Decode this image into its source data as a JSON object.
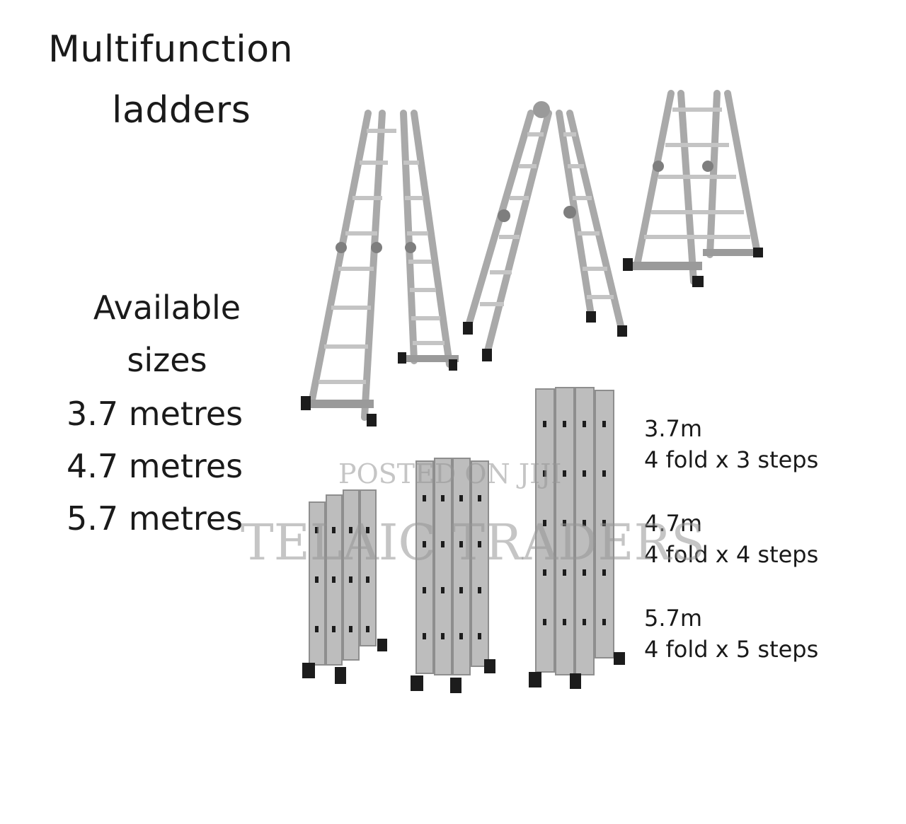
{
  "title": {
    "line1": "Multifunction",
    "line2": "ladders"
  },
  "available": {
    "heading_line1": "Available",
    "heading_line2": "sizes",
    "sizes": [
      "3.7 metres",
      "4.7 metres",
      "5.7 metres"
    ]
  },
  "specs": [
    {
      "length": "3.7m",
      "config": "4 fold x 3 steps"
    },
    {
      "length": "4.7m",
      "config": "4 fold x 4 steps"
    },
    {
      "length": "5.7m",
      "config": "4 fold x 5 steps"
    }
  ],
  "watermark": {
    "small": "POSTED ON JIJI",
    "large": "TELAIC TRADERS"
  },
  "colors": {
    "metal": "#b8b8b8",
    "metal_dark": "#8a8a8a",
    "feet": "#1c1c1c",
    "text": "#1a1a1a"
  }
}
